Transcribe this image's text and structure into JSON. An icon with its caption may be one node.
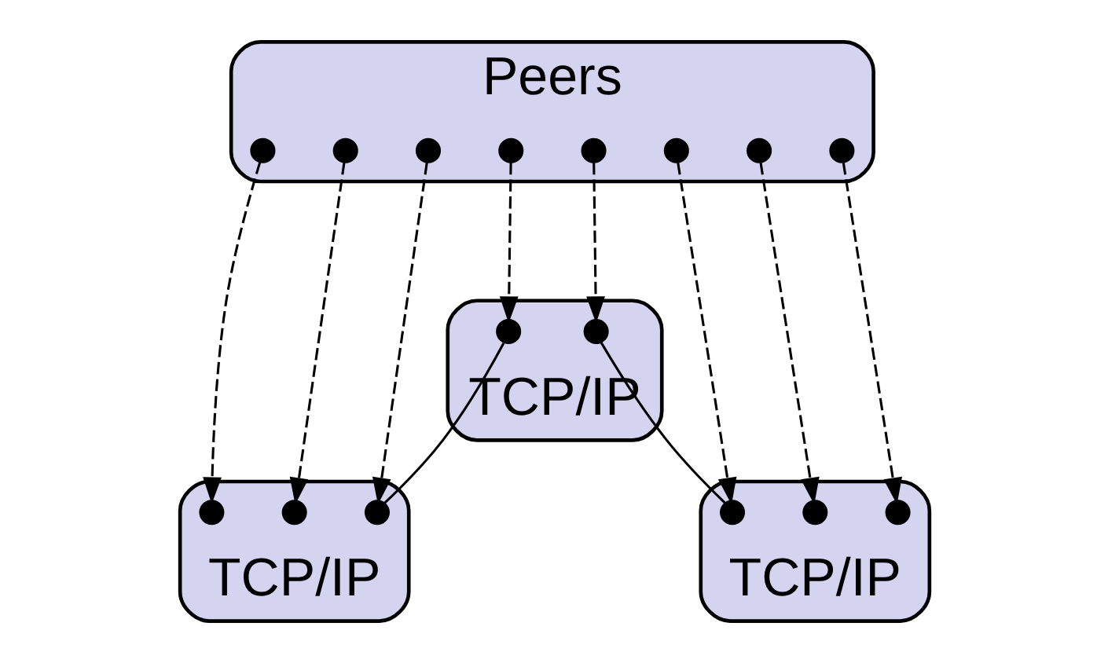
{
  "diagram": {
    "nodes": [
      {
        "text": [
          "Peers"
        ]
      },
      {
        "text": [],
        "shape": "circle",
        "in": 0
      },
      {
        "text": [],
        "shape": "circle",
        "in": 0
      },
      {
        "text": [],
        "shape": "circle",
        "in": 0
      },
      {
        "text": [],
        "shape": "circle",
        "in": 0
      },
      {
        "text": [],
        "shape": "circle",
        "in": 0
      },
      {
        "text": [],
        "shape": "circle",
        "in": 0
      },
      {
        "text": [],
        "shape": "circle",
        "in": 0
      },
      {
        "text": [],
        "shape": "circle",
        "in": 0
      },
      {
        "text": [
          "TCP/IP"
        ]
      },
      {
        "text": [],
        "shape": "circle",
        "in": 9
      },
      {
        "text": [],
        "shape": "circle",
        "in": 9
      },
      {
        "text": [
          "TCP/IP"
        ]
      },
      {
        "text": [],
        "shape": "circle",
        "in": 12
      },
      {
        "text": [],
        "shape": "circle",
        "in": 12
      },
      {
        "text": [],
        "shape": "circle",
        "in": 12
      },
      {
        "text": [
          "TCP/IP"
        ]
      },
      {
        "text": [],
        "shape": "circle",
        "in": 16
      },
      {
        "text": [],
        "shape": "circle",
        "in": 16
      },
      {
        "text": [],
        "shape": "circle",
        "in": 16
      }
    ],
    "edges": [
      {
        "from": 1,
        "to": 13,
        "arrow": "to",
        "style": "dashed"
      },
      {
        "from": 2,
        "to": 14,
        "arrow": "to",
        "style": "dashed"
      },
      {
        "from": 3,
        "to": 15,
        "arrow": "to",
        "style": "dashed"
      },
      {
        "from": 4,
        "to": 10,
        "arrow": "to",
        "style": "dashed"
      },
      {
        "from": 5,
        "to": 11,
        "arrow": "to",
        "style": "dashed"
      },
      {
        "from": 6,
        "to": 17,
        "arrow": "to",
        "style": "dashed"
      },
      {
        "from": 7,
        "to": 18,
        "arrow": "to",
        "style": "dashed"
      },
      {
        "from": 8,
        "to": 19,
        "arrow": "to",
        "style": "dashed"
      },
      {
        "from": 10,
        "to": 15,
        "arrow": "none"
      },
      {
        "from": 11,
        "to": 17,
        "arrow": "none"
      }
    ]
  }
}
